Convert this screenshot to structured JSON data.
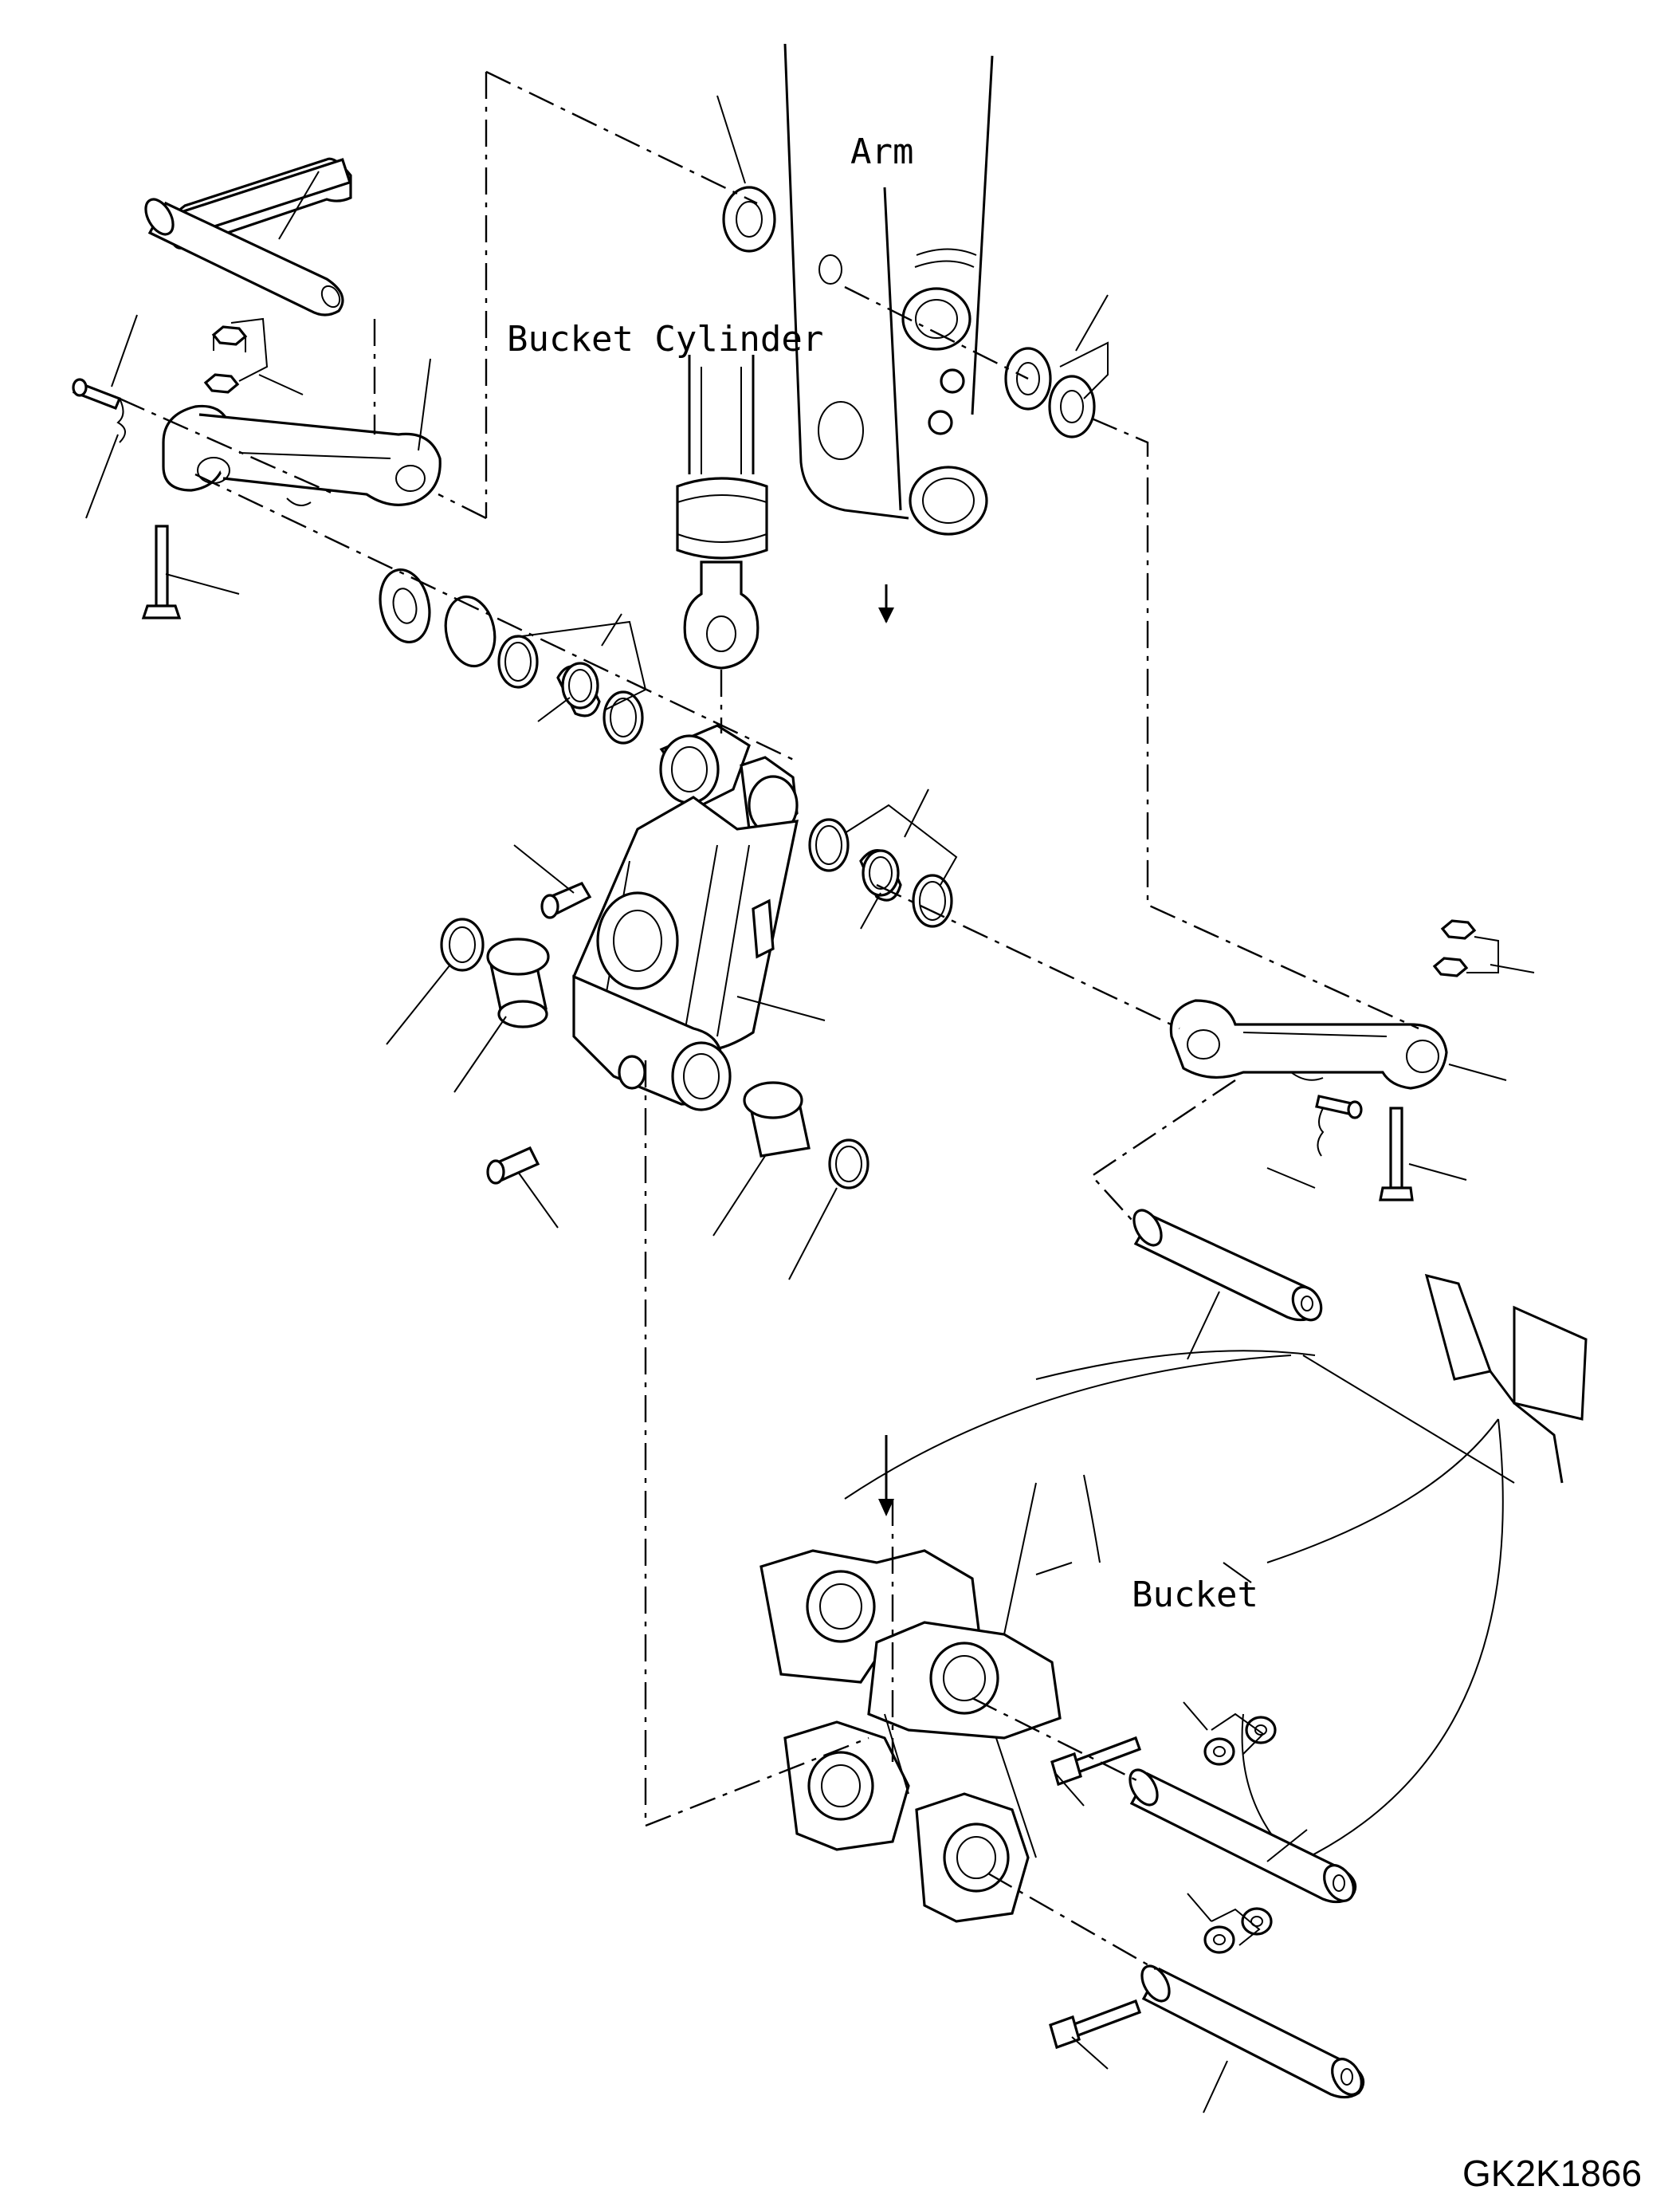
{
  "labels": {
    "arm": "Arm",
    "bucket_cylinder": "Bucket Cylinder",
    "bucket": "Bucket"
  },
  "drawing_code": "GK2K1866"
}
